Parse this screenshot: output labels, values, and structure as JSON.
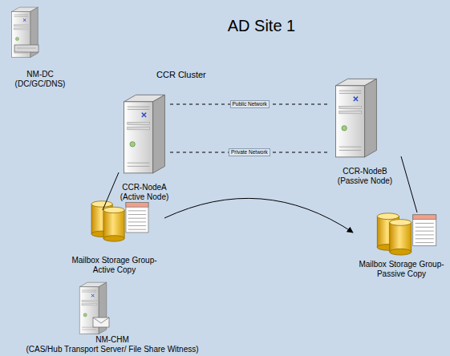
{
  "diagram": {
    "title": "AD Site 1",
    "nodes": [
      {
        "text": [
          "NM-DC",
          "(DC/GC/DNS)"
        ]
      },
      {
        "text": [
          "CCR-NodeA",
          "(Active Node)"
        ]
      },
      {
        "text": [
          "CCR-NodeB",
          "(Passive Node)"
        ]
      },
      {
        "text": [
          "Mailbox Storage Group- Active Copy"
        ]
      },
      {
        "text": [
          "Mailbox Storage Group- Passive Copy"
        ]
      },
      {
        "text": [
          "NM-CHM",
          "(CAS/Hub Transport Server/ File Share Witness)"
        ]
      }
    ],
    "edges": [
      {
        "from": 1,
        "to": 2,
        "arrow": "none",
        "label": "Public Network"
      },
      {
        "from": 1,
        "to": 2,
        "arrow": "none",
        "label": "Private Network"
      },
      {
        "from": 1,
        "to": 3,
        "arrow": "none"
      },
      {
        "from": 2,
        "to": 4,
        "arrow": "none"
      },
      {
        "from": 3,
        "to": 4,
        "arrow": "to"
      }
    ],
    "labels": [
      "CCR Cluster"
    ]
  }
}
